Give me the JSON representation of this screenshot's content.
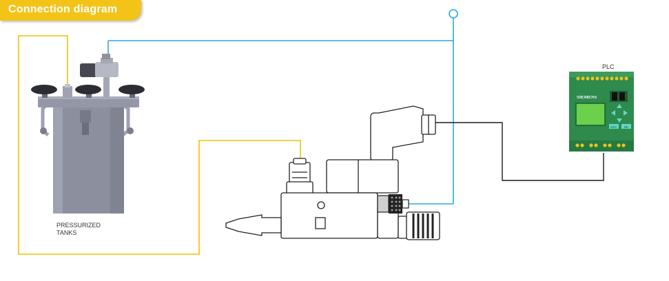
{
  "header": {
    "title": "Connection diagram"
  },
  "labels": {
    "tank_line1": "PRESSURIZED",
    "tank_line2": "TANKS",
    "plc": "PLC",
    "plc_brand": "SIEMENS",
    "plc_btn_esc": "ESC",
    "plc_btn_ok": "OK"
  },
  "colors": {
    "air_line": "#29a9e0",
    "fluid_line": "#f2c000",
    "signal_line": "#1a1a1a",
    "plc_body": "#2e8a4d",
    "plc_screen": "#6bd04a",
    "tank_body": "#8b8f9e",
    "header_tab": "#f3c417"
  }
}
